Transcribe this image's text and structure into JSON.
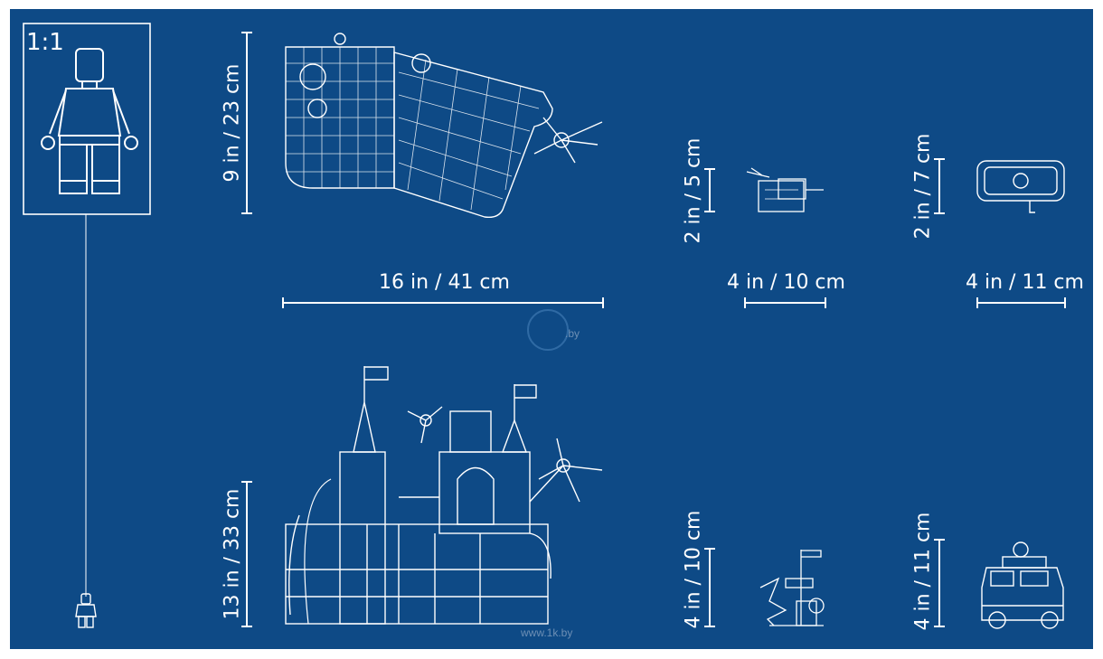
{
  "scale_label": "1:1",
  "dimensions": {
    "castle_depth": "9 in / 23 cm",
    "castle_width": "16 in / 41 cm",
    "castle_height": "13 in / 33 cm",
    "small_depth": "2 in / 5 cm",
    "small_width": "4 in / 10 cm",
    "small_height": "4 in / 10 cm",
    "truck_depth": "2 in / 7 cm",
    "truck_width": "4 in / 11 cm",
    "truck_height": "4 in / 11 cm"
  },
  "watermark": "www.1k.by",
  "watermark_logo_suffix": ".by",
  "colors": {
    "background": "#0e4a86",
    "line": "#ffffff"
  }
}
